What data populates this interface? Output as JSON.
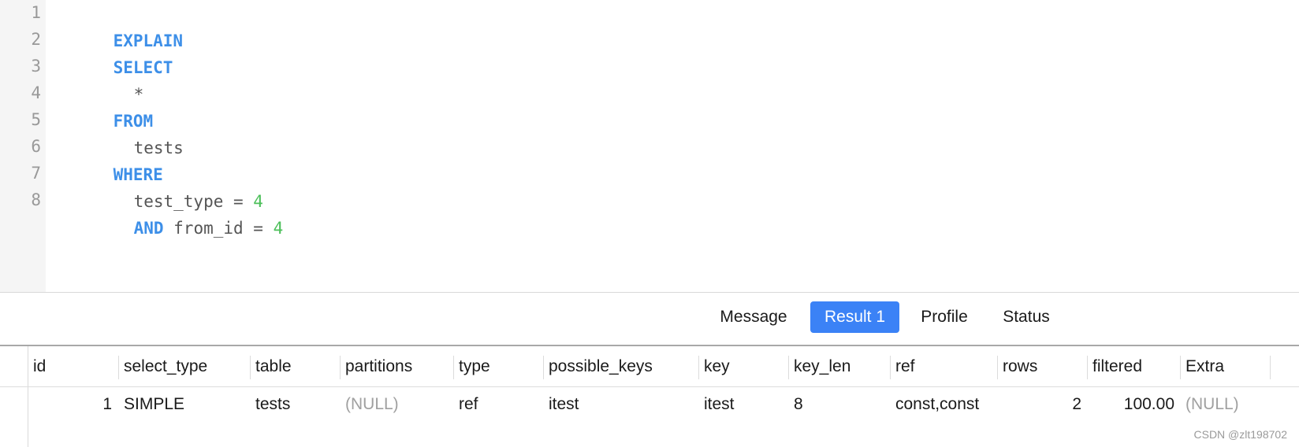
{
  "editor": {
    "line_numbers": [
      "1",
      "2",
      "3",
      "4",
      "5",
      "6",
      "7",
      "8"
    ],
    "lines": {
      "l1_kw": "EXPLAIN",
      "l2_kw": "SELECT",
      "l3_text": "*",
      "l4_kw": "FROM",
      "l5_text": "tests",
      "l6_kw": "WHERE",
      "l7_text": "test_type = ",
      "l7_num": "4",
      "l8_kw": "AND",
      "l8_text": " from_id = ",
      "l8_num": "4"
    },
    "colors": {
      "keyword": "#3d8fe8",
      "number": "#4cbf5a",
      "text": "#555555"
    }
  },
  "tabs": [
    {
      "label": "Message",
      "active": false
    },
    {
      "label": "Result 1",
      "active": true
    },
    {
      "label": "Profile",
      "active": false
    },
    {
      "label": "Status",
      "active": false
    }
  ],
  "accent_color": "#3b82f6",
  "result": {
    "columns": [
      "id",
      "select_type",
      "table",
      "partitions",
      "type",
      "possible_keys",
      "key",
      "key_len",
      "ref",
      "rows",
      "filtered",
      "Extra"
    ],
    "rows": [
      [
        "1",
        "SIMPLE",
        "tests",
        "(NULL)",
        "ref",
        "itest",
        "itest",
        "8",
        "const,const",
        "2",
        "100.00",
        "(NULL)"
      ]
    ]
  },
  "watermark": "CSDN @zlt198702"
}
